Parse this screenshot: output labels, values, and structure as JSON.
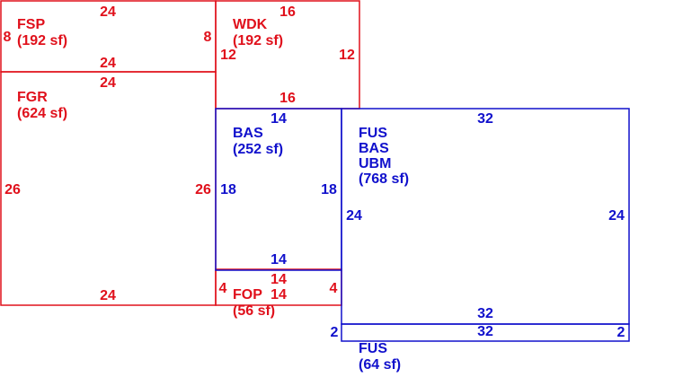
{
  "colors": {
    "red": "#e0101b",
    "blue": "#1010cc"
  },
  "areas": {
    "fsp": {
      "code": "FSP",
      "area": "(192 sf)",
      "top": "24",
      "bottom": "24",
      "left": "8",
      "right": "8"
    },
    "wdk": {
      "code": "WDK",
      "area": "(192 sf)",
      "top": "16",
      "bottom": "16",
      "left": "12",
      "right": "12"
    },
    "fgr": {
      "code": "FGR",
      "area": "(624 sf)",
      "top": "24",
      "bottom": "24",
      "left": "26",
      "right": "26"
    },
    "bas": {
      "code": "BAS",
      "area": "(252 sf)",
      "top": "14",
      "bottom": "14",
      "left": "18",
      "right": "18"
    },
    "fop": {
      "code": "FOP",
      "area": "(56 sf)",
      "top": "14",
      "bottom": "14",
      "left": "4",
      "right": "4"
    },
    "fus_main": {
      "code1": "FUS",
      "code2": "BAS",
      "code3": "UBM",
      "area": "(768 sf)",
      "top": "32",
      "bottom": "32",
      "left": "24",
      "right": "24"
    },
    "fus_small": {
      "code": "FUS",
      "area": "(64 sf)",
      "top": "32",
      "left": "2",
      "right": "2"
    }
  }
}
